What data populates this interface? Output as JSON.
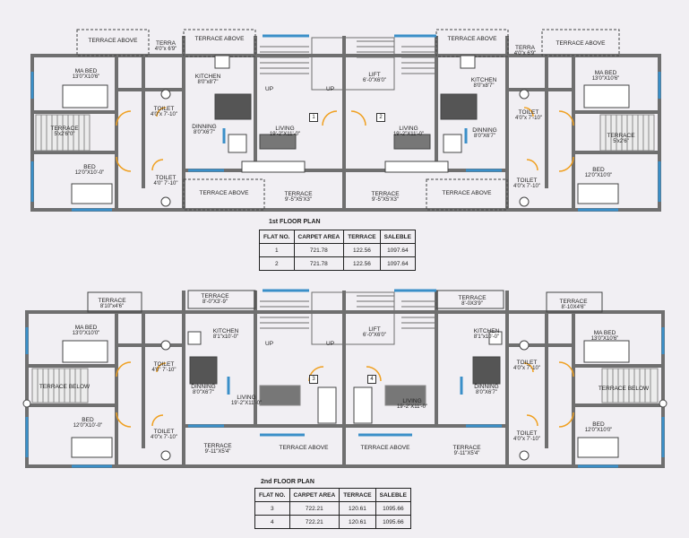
{
  "plans": [
    {
      "id": "first",
      "title": "1st FLOOR PLAN",
      "flat_numbers": [
        "1",
        "2"
      ],
      "rooms": {
        "terrace_above_tl": {
          "name": "TERRACE ABOVE",
          "dim": ""
        },
        "terra_tl": {
          "name": "TERRA",
          "dim": "4'0\"x 6'9\""
        },
        "terrace_above_tl2": {
          "name": "TERRACE ABOVE",
          "dim": ""
        },
        "ma_bed_l": {
          "name": "MA BED",
          "dim": "13'0\"X10'6\""
        },
        "kitchen_l": {
          "name": "KITCHEN",
          "dim": "8'0\"x8'7\""
        },
        "toilet_l1": {
          "name": "TOILET",
          "dim": "4'0\"x 7'-10\""
        },
        "terrace_l": {
          "name": "TERRACE",
          "dim": "5'x2'6\"0\""
        },
        "dinning_l": {
          "name": "DINNING",
          "dim": "8'0\"X6'7\""
        },
        "living_l": {
          "name": "LIVING",
          "dim": "19'-2\"X11'-0\""
        },
        "bed_l": {
          "name": "BED",
          "dim": "12'0\"X10'-0\""
        },
        "toilet_l2": {
          "name": "TOILET",
          "dim": "4'0\" 7'-10\""
        },
        "terrace_above_bl": {
          "name": "TERRACE ABOVE",
          "dim": ""
        },
        "terrace_bc_l": {
          "name": "TERRACE",
          "dim": "9'-5\"X5'X3\""
        },
        "lift": {
          "name": "LIFT",
          "dim": "6'-0\"X6'0\""
        },
        "up1": "UP",
        "up2": "UP",
        "terrace_bc_r": {
          "name": "TERRACE",
          "dim": "9'-5\"X5'X3\""
        },
        "terrace_above_br": {
          "name": "TERRACE ABOVE",
          "dim": ""
        },
        "terrace_above_tr": {
          "name": "TERRACE ABOVE",
          "dim": ""
        },
        "terra_tr": {
          "name": "TERRA",
          "dim": "4'0\"x 6'9\""
        },
        "terrace_above_tr2": {
          "name": "TERRACE ABOVE",
          "dim": ""
        },
        "kitchen_r": {
          "name": "KITCHEN",
          "dim": "8'0\"x8'7\""
        },
        "ma_bed_r": {
          "name": "MA BED",
          "dim": "13'0\"X10'6\""
        },
        "toilet_r1": {
          "name": "TOILET",
          "dim": "4'0\"x 7'-10\""
        },
        "living_r": {
          "name": "LIVING",
          "dim": "19'-2\"X11'-0\""
        },
        "dinning_r": {
          "name": "DINNING",
          "dim": "8'0\"X6'7\""
        },
        "terrace_r": {
          "name": "TERRACE",
          "dim": "5'x2'6\""
        },
        "bed_r": {
          "name": "BED",
          "dim": "12'0\"X10'0\""
        },
        "toilet_r2": {
          "name": "TOILET",
          "dim": "4'0\"x 7'-10\""
        }
      },
      "table": {
        "headers": [
          "FLAT NO.",
          "CARPET AREA",
          "TERRACE",
          "SALEBLE"
        ],
        "rows": [
          [
            "1",
            "721.78",
            "122.56",
            "1097.64"
          ],
          [
            "2",
            "721.78",
            "122.56",
            "1097.64"
          ]
        ]
      }
    },
    {
      "id": "second",
      "title": "2nd FLOOR PLAN",
      "flat_numbers": [
        "3",
        "4"
      ],
      "rooms": {
        "terrace_tl": {
          "name": "TERRACE",
          "dim": "8'10\"x4'6\""
        },
        "terrace_tl2": {
          "name": "TERRACE",
          "dim": "8'-0\"X3'-9\""
        },
        "ma_bed_l": {
          "name": "MA BED",
          "dim": "13'0\"X10'0\""
        },
        "kitchen_l": {
          "name": "KITCHEN",
          "dim": "8'1\"x10'-0\""
        },
        "toilet_l1": {
          "name": "TOILET",
          "dim": "4'0\" 7'-10\""
        },
        "terrace_l": {
          "name": "TERRACE BELOW",
          "dim": ""
        },
        "dinning_l": {
          "name": "DINNING",
          "dim": "8'0\"X6'7\""
        },
        "living_l": {
          "name": "LIVING",
          "dim": "19'-2\"X11'-0\""
        },
        "bed_l": {
          "name": "BED",
          "dim": "12'0\"X10'-0\""
        },
        "toilet_l2": {
          "name": "TOILET",
          "dim": "4'0\"x 7'-10\""
        },
        "terrace_above_bl": {
          "name": "TERRACE",
          "dim": "9'-11\"X5'4\""
        },
        "terrace_above_bc_l": {
          "name": "TERRACE ABOVE",
          "dim": ""
        },
        "lift": {
          "name": "LIFT",
          "dim": "6'-0\"X6'0\""
        },
        "up1": "UP",
        "up2": "UP",
        "terrace_above_bc_r": {
          "name": "TERRACE ABOVE",
          "dim": ""
        },
        "terrace_br": {
          "name": "TERRACE",
          "dim": "9'-11\"X5'4\""
        },
        "terrace_tr2": {
          "name": "TERRACE",
          "dim": "8'-0X3'9\""
        },
        "terrace_tr": {
          "name": "TERRACE",
          "dim": "8'-10X4'6\""
        },
        "kitchen_r": {
          "name": "KITCHEN",
          "dim": "8'1\"x10'-0\""
        },
        "ma_bed_r": {
          "name": "MA BED",
          "dim": "13'0\"X10'6\""
        },
        "toilet_r1": {
          "name": "TOILET",
          "dim": "4'0\"x 7'-10\""
        },
        "dinning_r": {
          "name": "DINNING",
          "dim": "8'0\"X6'7\""
        },
        "living_r": {
          "name": "LIVING",
          "dim": "19'-2\"X11'-0\""
        },
        "terrace_r": {
          "name": "TERRACE BELOW",
          "dim": ""
        },
        "bed_r": {
          "name": "BED",
          "dim": "12'0\"X10'0\""
        },
        "toilet_r2": {
          "name": "TOILET",
          "dim": "4'0\"x 7'-10\""
        }
      },
      "table": {
        "headers": [
          "FLAT NO.",
          "CARPET AREA",
          "TERRACE",
          "SALEBLE"
        ],
        "rows": [
          [
            "3",
            "722.21",
            "120.61",
            "1095.66"
          ],
          [
            "4",
            "722.21",
            "120.61",
            "1095.66"
          ]
        ]
      }
    }
  ],
  "colors": {
    "wall": "#6f6f6f",
    "window": "#3a8fc8",
    "door": "#f0a020",
    "hatch": "#8a8a8a",
    "furniture": "#555555"
  }
}
